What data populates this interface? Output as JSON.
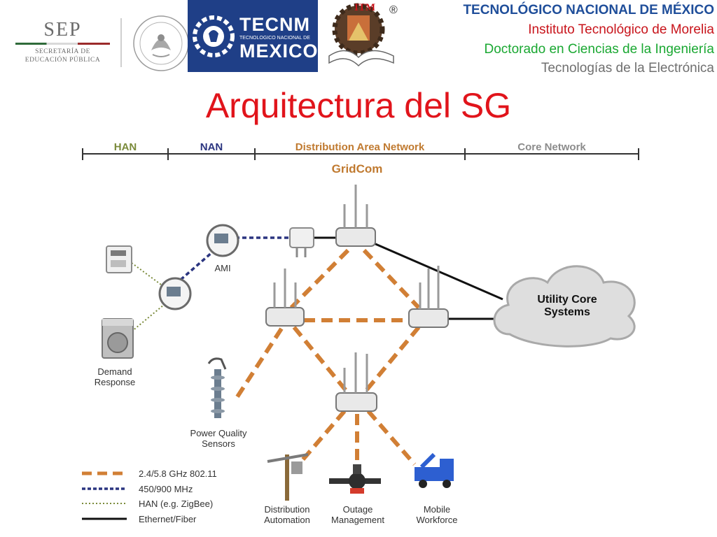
{
  "header": {
    "sep_logo": {
      "big": "SEP",
      "line1": "SECRETARÍA DE",
      "line2": "EDUCACIÓN PÚBLICA"
    },
    "tecnm_logo": {
      "line1": "TECNM",
      "line2": "TECNOLOGICO NACIONAL DE",
      "line3": "MEXICO"
    },
    "itm_logo": {
      "mark": "ITM",
      "registered": "®"
    },
    "lines": [
      {
        "text": "TECNOLÓGICO NACIONAL DE MÉXICO",
        "color": "#1f4e9a"
      },
      {
        "text": "Instituto Tecnológico de Morelia",
        "color": "#c8141b"
      },
      {
        "text": "Doctorado en Ciencias de la Ingeniería",
        "color": "#1aa832"
      },
      {
        "text": "Tecnologías de la Electrónica",
        "color": "#6f6f6f"
      }
    ]
  },
  "title": "Arquitectura del SG",
  "diagram": {
    "networks": [
      {
        "label": "HAN",
        "color": "#7a8a3a"
      },
      {
        "label": "NAN",
        "color": "#2b3580"
      },
      {
        "label": "Distribution Area Network",
        "color": "#c07a30"
      },
      {
        "label": "Core Network",
        "color": "#8c8c8c"
      }
    ],
    "gridcom": "GridCom",
    "cloud_line1": "Utility Core",
    "cloud_line2": "Systems",
    "labels": {
      "ami": "AMI",
      "demand_line1": "Demand",
      "demand_line2": "Response",
      "pq_line1": "Power Quality",
      "pq_line2": "Sensors",
      "da_line1": "Distribution",
      "da_line2": "Automation",
      "om_line1": "Outage",
      "om_line2": "Management",
      "mw_line1": "Mobile",
      "mw_line2": "Workforce"
    },
    "legend": [
      {
        "label": "2.4/5.8 GHz 802.11",
        "color": "#d17f35",
        "style": "dash-thick"
      },
      {
        "label": "450/900 MHz",
        "color": "#2b3580",
        "style": "dash"
      },
      {
        "label": "HAN (e.g. ZigBee)",
        "color": "#7a8a3a",
        "style": "dotted"
      },
      {
        "label": "Ethernet/Fiber",
        "color": "#111111",
        "style": "solid"
      }
    ]
  }
}
